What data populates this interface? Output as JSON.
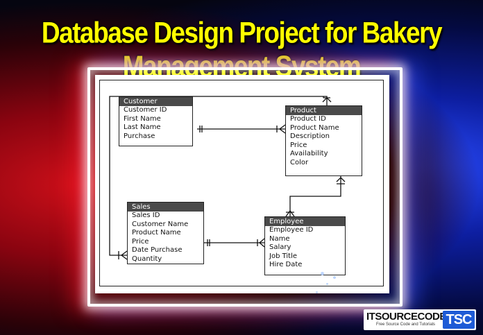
{
  "title": "Database Design Project for Bakery Management System",
  "entities": {
    "customer": {
      "name": "Customer",
      "attributes": [
        "Customer ID",
        "First Name",
        "Last Name",
        "Purchase"
      ]
    },
    "product": {
      "name": "Product",
      "attributes": [
        "Product ID",
        "Product Name",
        "Description",
        "Price",
        "Availability",
        "Color"
      ]
    },
    "sales": {
      "name": "Sales",
      "attributes": [
        "Sales ID",
        "Customer Name",
        "Product Name",
        "Price",
        "Date Purchase",
        "Quantity"
      ]
    },
    "employee": {
      "name": "Employee",
      "attributes": [
        "Employee ID",
        "Name",
        "Salary",
        "Job Title",
        "Hire Date"
      ]
    }
  },
  "logo": {
    "name": "ITSOURCECODE",
    "tagline": "Free Source Code and Tutorials",
    "mark": "TSC"
  },
  "colors": {
    "title": "#ffff00",
    "header": "#4a4a4a",
    "brand": "#1e5bd6"
  }
}
